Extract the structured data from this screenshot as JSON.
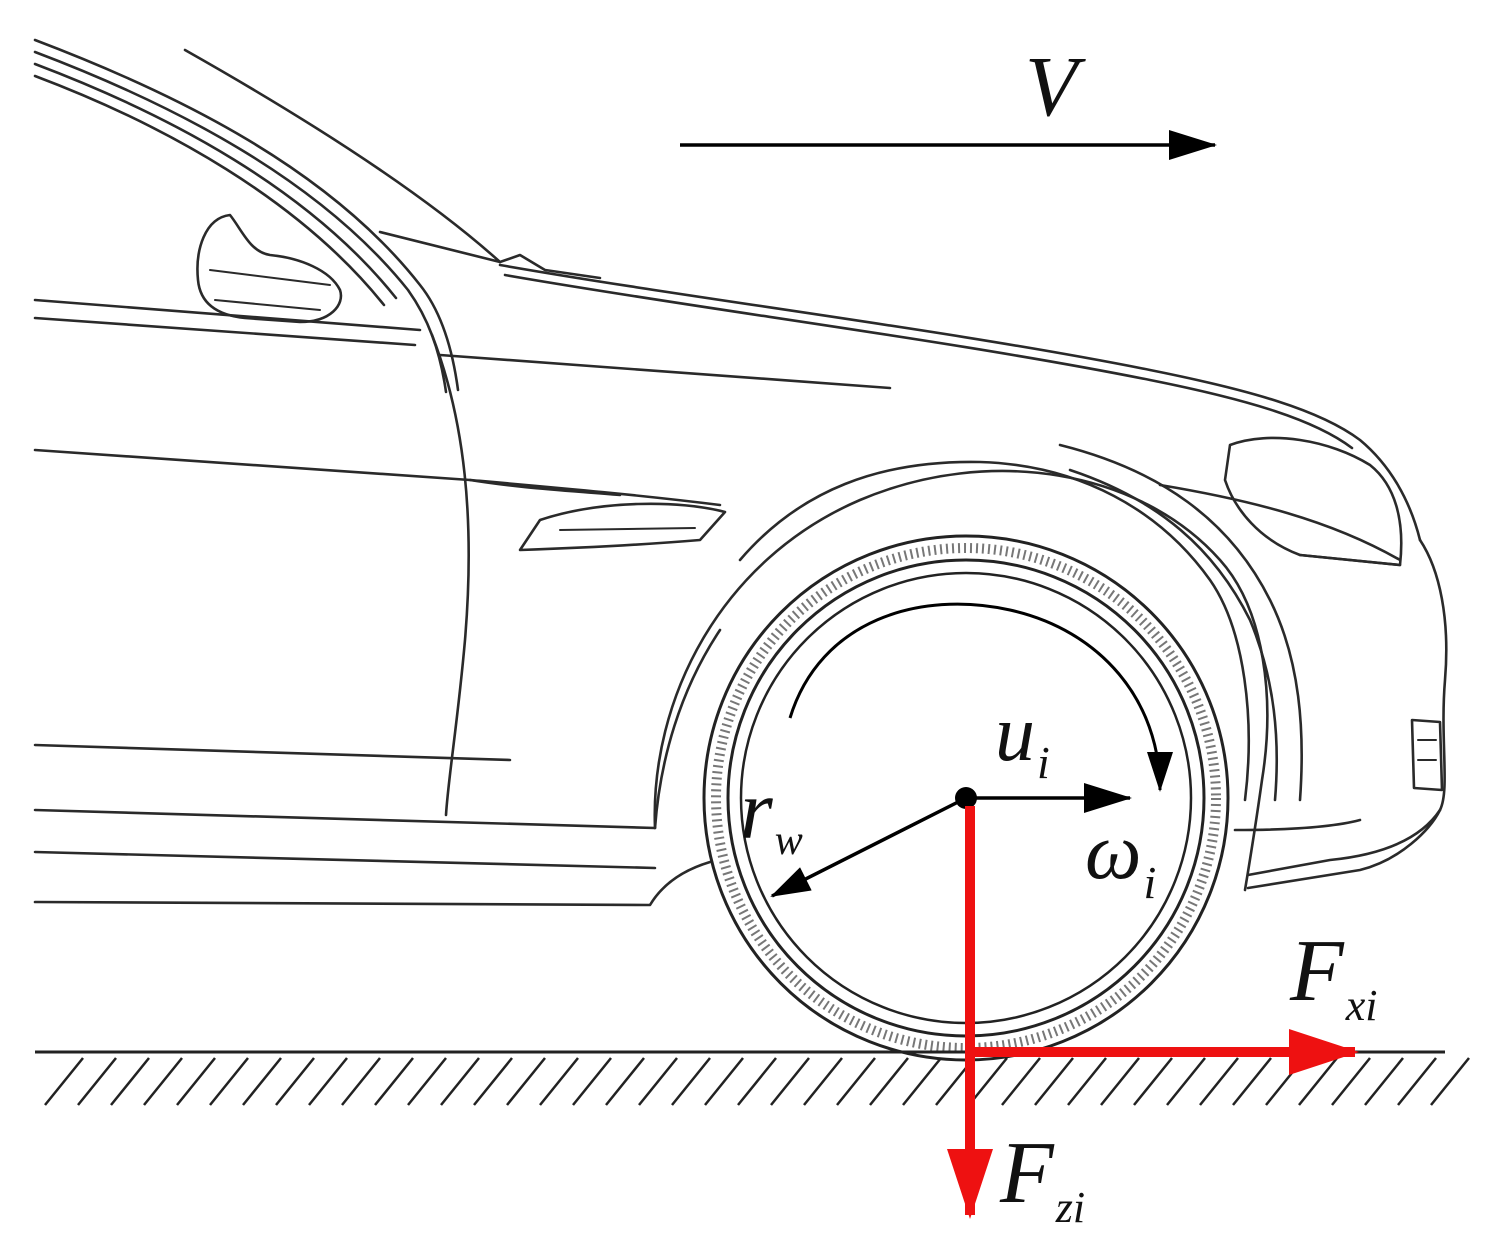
{
  "labels": {
    "velocity": {
      "main": "V"
    },
    "wheel_speed": {
      "main": "u",
      "sub": "i"
    },
    "angular_velocity": {
      "main": "ω",
      "sub": "i"
    },
    "wheel_radius": {
      "main": "r",
      "sub": "w"
    },
    "longitudinal_force": {
      "main": "F",
      "sub": "xi"
    },
    "vertical_force": {
      "main": "F",
      "sub": "zi"
    }
  },
  "colors": {
    "force": "#ee1111",
    "line": "#2a2a2a",
    "label": "#111111"
  }
}
